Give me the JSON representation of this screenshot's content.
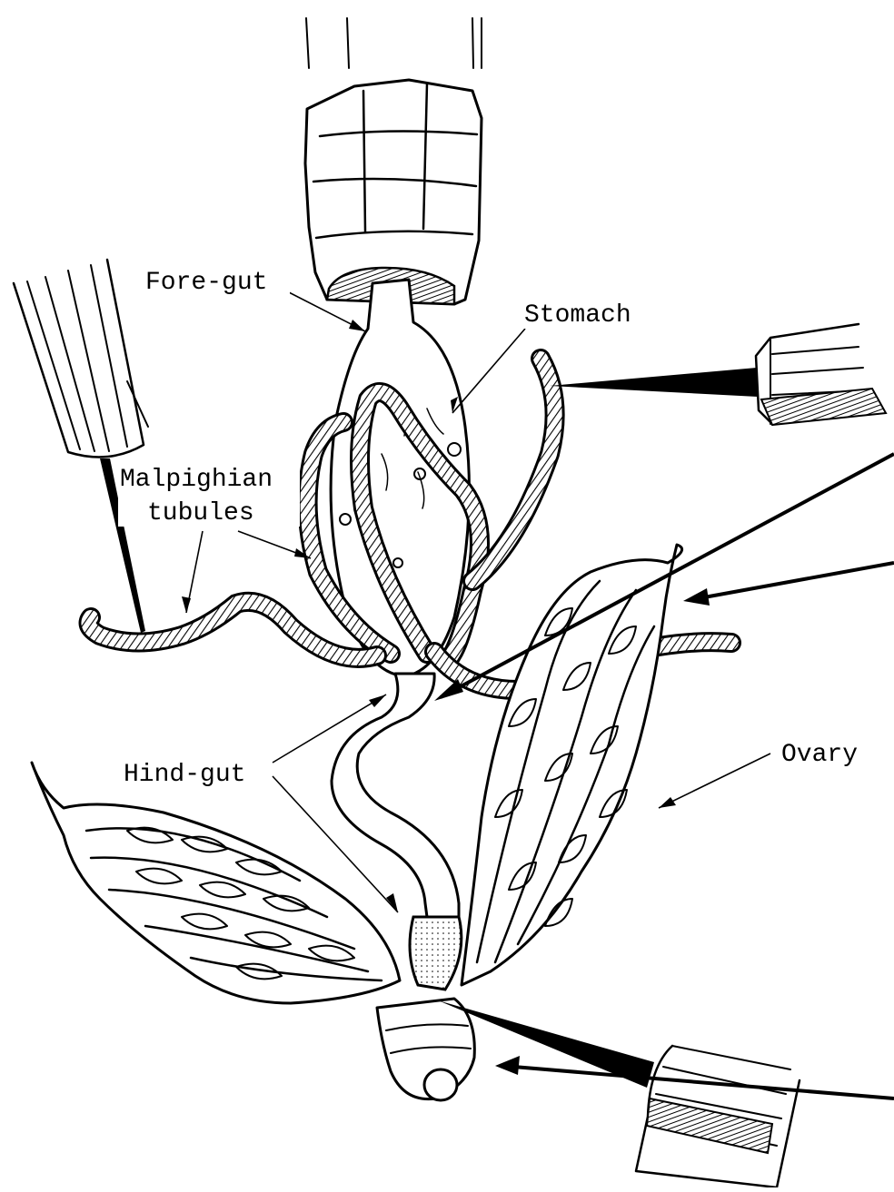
{
  "labels": {
    "fore_gut": "Fore-gut",
    "stomach": "Stomach",
    "malpighian_line1": "Malpighian",
    "malpighian_line2": "tubules",
    "hind_gut": "Hind-gut",
    "ovary": "Ovary"
  },
  "colors": {
    "ink": "#000000",
    "paper": "#ffffff"
  }
}
